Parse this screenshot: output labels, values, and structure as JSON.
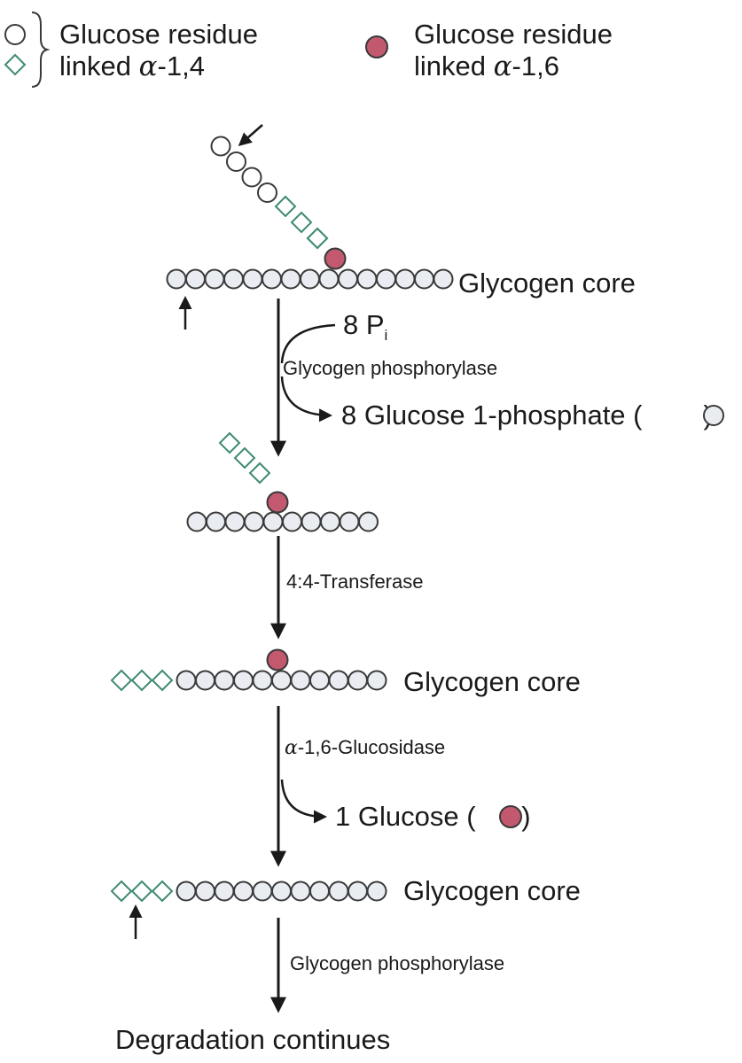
{
  "legend": {
    "open_circle_label_line1": "Glucose residue",
    "open_circle_label_line2_prefix": "linked ",
    "open_circle_label_line2_alpha": "α",
    "open_circle_label_line2_suffix": "-1,4",
    "filled_circle_label_line1": "Glucose residue",
    "filled_circle_label_line2_prefix": "linked ",
    "filled_circle_label_line2_alpha": "α",
    "filled_circle_label_line2_suffix": "-1,6"
  },
  "structures": {
    "core_label": "Glycogen core"
  },
  "steps": {
    "step1": {
      "input_prefix": "8 P",
      "input_sub": "i",
      "enzyme": "Glycogen phosphorylase",
      "output_prefix": "8 Glucose 1-phosphate (",
      "output_suffix": ")"
    },
    "step2": {
      "enzyme": "4:4-Transferase"
    },
    "step3": {
      "enzyme_alpha": "α",
      "enzyme_suffix": "-1,6-Glucosidase",
      "output_prefix": "1 Glucose (",
      "output_suffix": ")"
    },
    "step4": {
      "enzyme": "Glycogen phosphorylase"
    }
  },
  "final_label": "Degradation continues",
  "colors": {
    "open_circle_fill": "#ffffff",
    "core_circle_fill": "#e9edf2",
    "circle_stroke": "#3a3a3a",
    "branch_point_fill": "#c2596e",
    "diamond_stroke": "#3f8a74",
    "arrow": "#1a1a1a",
    "text": "#1a1a1a"
  }
}
